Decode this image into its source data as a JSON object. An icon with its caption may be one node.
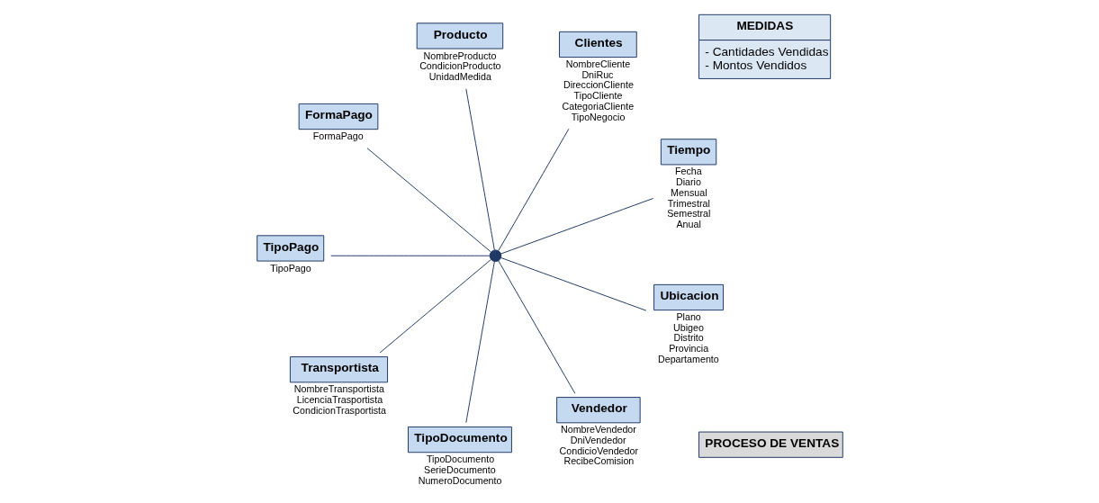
{
  "diagram": {
    "nodes": [
      {
        "text": [
          "PROCESO DE VENTAS"
        ]
      },
      {
        "text": [
          "Tiempo"
        ],
        "beside": [
          "Fecha",
          "Diario",
          "Mensual",
          "Trimestral",
          "Semestral",
          "Anual"
        ]
      },
      {
        "text": [
          "Clientes"
        ],
        "beside": [
          "NombreCliente",
          "DniRuc",
          "DireccionCliente",
          "TipoCliente",
          "CategoriaCliente",
          "TipoNegocio"
        ]
      },
      {
        "text": [
          "Producto"
        ],
        "beside": [
          "NombreProducto",
          "CondicionProducto",
          "UnidadMedida"
        ]
      },
      {
        "text": [
          "FormaPago"
        ],
        "beside": [
          "FormaPago"
        ]
      },
      {
        "text": [
          "TipoPago"
        ],
        "beside": [
          "TipoPago"
        ]
      },
      {
        "text": [
          "Transportista"
        ],
        "beside": [
          "NombreTransportista",
          "LicenciaTrasportista",
          "CondicionTrasportista"
        ]
      },
      {
        "text": [
          "TipoDocumento"
        ],
        "beside": [
          "TipoDocumento",
          "SerieDocumento",
          "NumeroDocumento"
        ]
      },
      {
        "text": [
          "Vendedor"
        ],
        "beside": [
          "NombreVendedor",
          "DniVendedor",
          "CondicioVendedor",
          "RecibeComision"
        ]
      },
      {
        "text": [],
        "shape": "circle"
      },
      {
        "text": [
          "MEDIDAS",
          "- Cantidades Vendidas",
          "- Montos Vendidos"
        ]
      },
      {
        "text": [
          "Ubicacion"
        ],
        "beside": [
          "Plano",
          "Ubigeo",
          "Distrito",
          "Provincia",
          "Departamento"
        ]
      }
    ],
    "edges": [
      {
        "from": 9,
        "to": 1,
        "arrow": "none"
      },
      {
        "from": 9,
        "to": 2,
        "arrow": "none"
      },
      {
        "from": 9,
        "to": 3,
        "arrow": "none"
      },
      {
        "from": 9,
        "to": 4,
        "arrow": "none"
      },
      {
        "from": 9,
        "to": 5,
        "arrow": "none"
      },
      {
        "from": 9,
        "to": 6,
        "arrow": "none"
      },
      {
        "from": 9,
        "to": 7,
        "arrow": "none"
      },
      {
        "from": 9,
        "to": 8,
        "arrow": "none"
      },
      {
        "from": 9,
        "to": 11,
        "arrow": "none"
      }
    ]
  }
}
